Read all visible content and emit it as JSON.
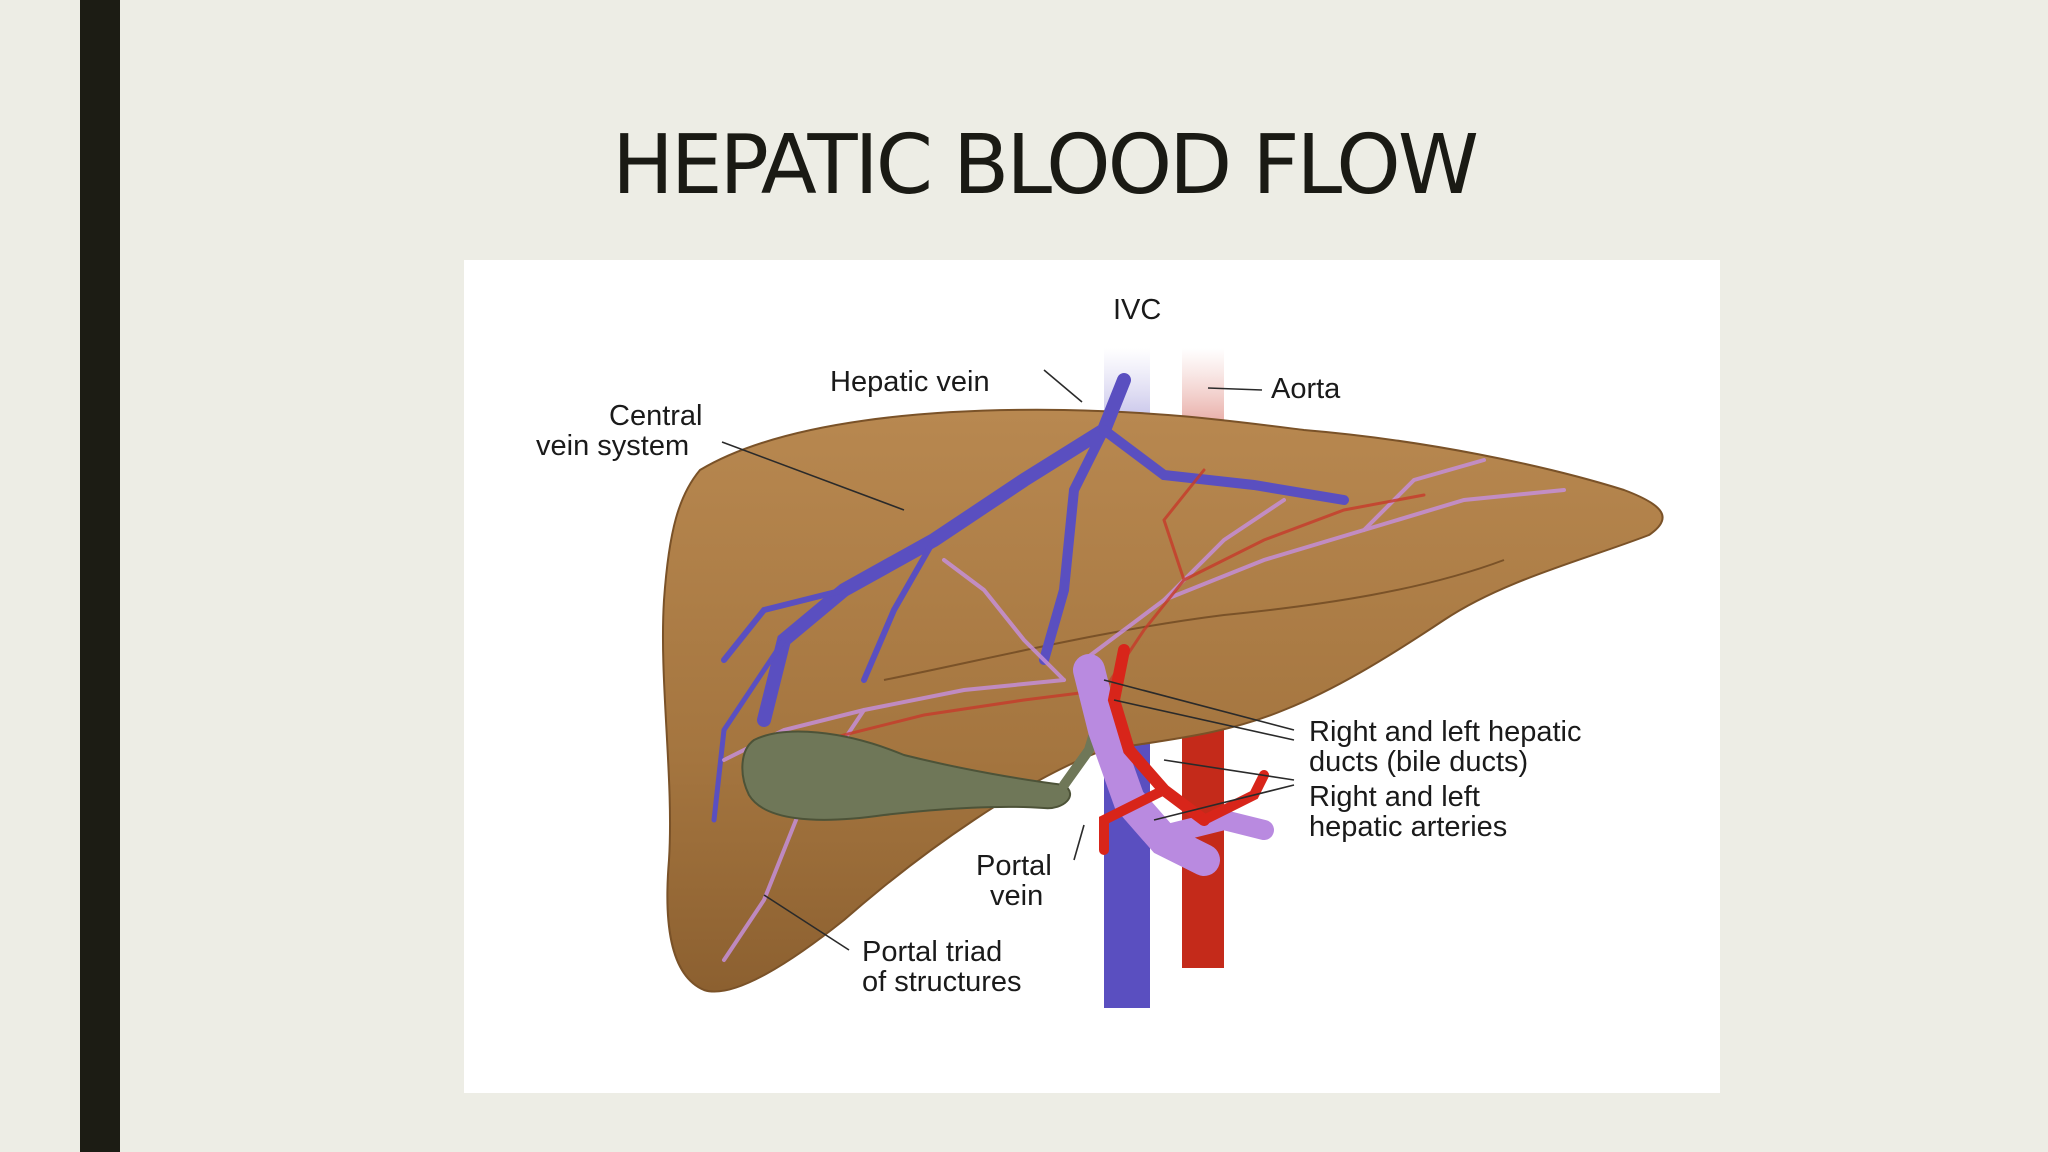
{
  "slide": {
    "title": "HEPATIC BLOOD FLOW"
  },
  "colors": {
    "background": "#edede5",
    "accent_bar": "#1c1c14",
    "liver": "#a87a44",
    "hepatic_vein": "#5a4fc0",
    "aorta": "#c42a1a",
    "portal_vein": "#b98ae0",
    "gallbladder": "#6f7758"
  },
  "diagram": {
    "labels": {
      "ivc": "IVC",
      "hepatic_vein": "Hepatic vein",
      "aorta": "Aorta",
      "central_vein_1": "Central",
      "central_vein_2": "vein system",
      "hepatic_ducts_1": "Right and left hepatic",
      "hepatic_ducts_2": "ducts (bile ducts)",
      "hepatic_arteries_1": "Right and left",
      "hepatic_arteries_2": "hepatic arteries",
      "portal_vein_1": "Portal",
      "portal_vein_2": "vein",
      "portal_triad_1": "Portal triad",
      "portal_triad_2": "of structures"
    }
  }
}
